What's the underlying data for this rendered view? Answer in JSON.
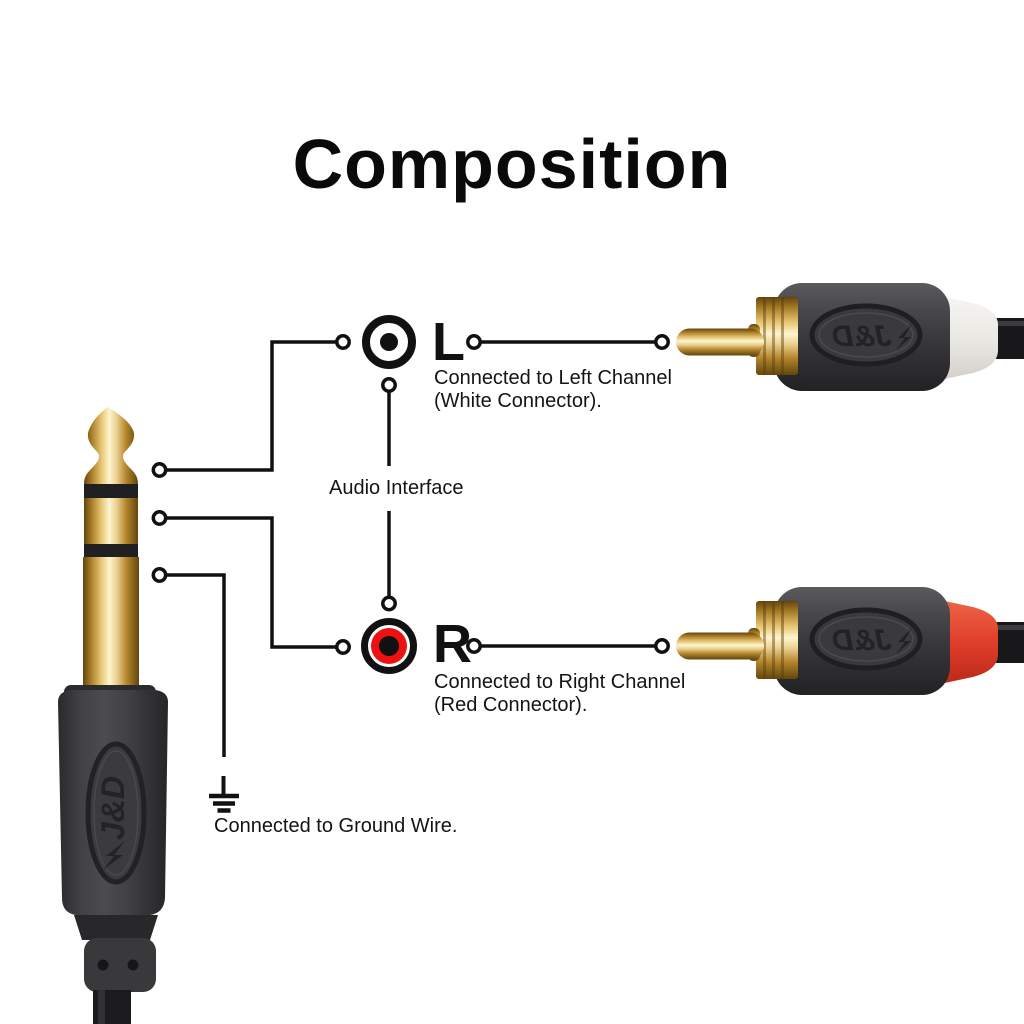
{
  "title": "Composition",
  "labels": {
    "audio_interface": "Audio Interface",
    "left": "L",
    "right": "R"
  },
  "descriptions": {
    "left_line1": "Connected to Left Channel",
    "left_line2": "(White Connector).",
    "right_line1": "Connected to Right Channel",
    "right_line2": "(Red Connector).",
    "ground": "Connected to Ground Wire."
  },
  "connectors": {
    "trs_jack": {
      "brand": "J&D"
    },
    "rca_white": {
      "brand": "J&D",
      "boot_color": "#ecebe6"
    },
    "rca_red": {
      "brand": "J&D",
      "boot_color": "#e0412f"
    }
  },
  "colors": {
    "line": "#111111",
    "rca_symbol_red": "#ee1111",
    "gold": "#d9b564",
    "background": "#ffffff"
  }
}
